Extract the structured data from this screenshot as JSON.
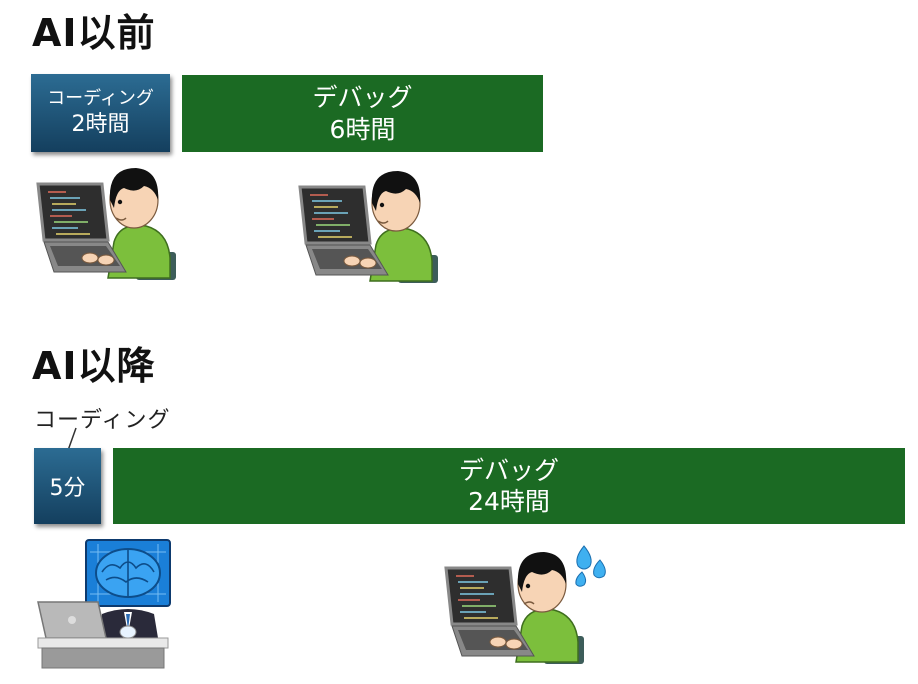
{
  "before": {
    "heading": "AI以前",
    "coding": {
      "label": "コーディング",
      "time": "2時間"
    },
    "debug": {
      "label": "デバッグ",
      "time": "6時間"
    }
  },
  "after": {
    "heading": "AI以降",
    "coding": {
      "label": "コーディング",
      "time": "5分"
    },
    "debug": {
      "label": "デバッグ",
      "time": "24時間"
    }
  },
  "icons": [
    "programmer-laptop-icon",
    "programmer-laptop-icon",
    "ai-brain-robot-laptop-icon",
    "programmer-sweating-icon"
  ],
  "colors": {
    "coding_box": "#1e4f74",
    "debug_box": "#1b6a23",
    "shirt": "#7cbf3c"
  }
}
